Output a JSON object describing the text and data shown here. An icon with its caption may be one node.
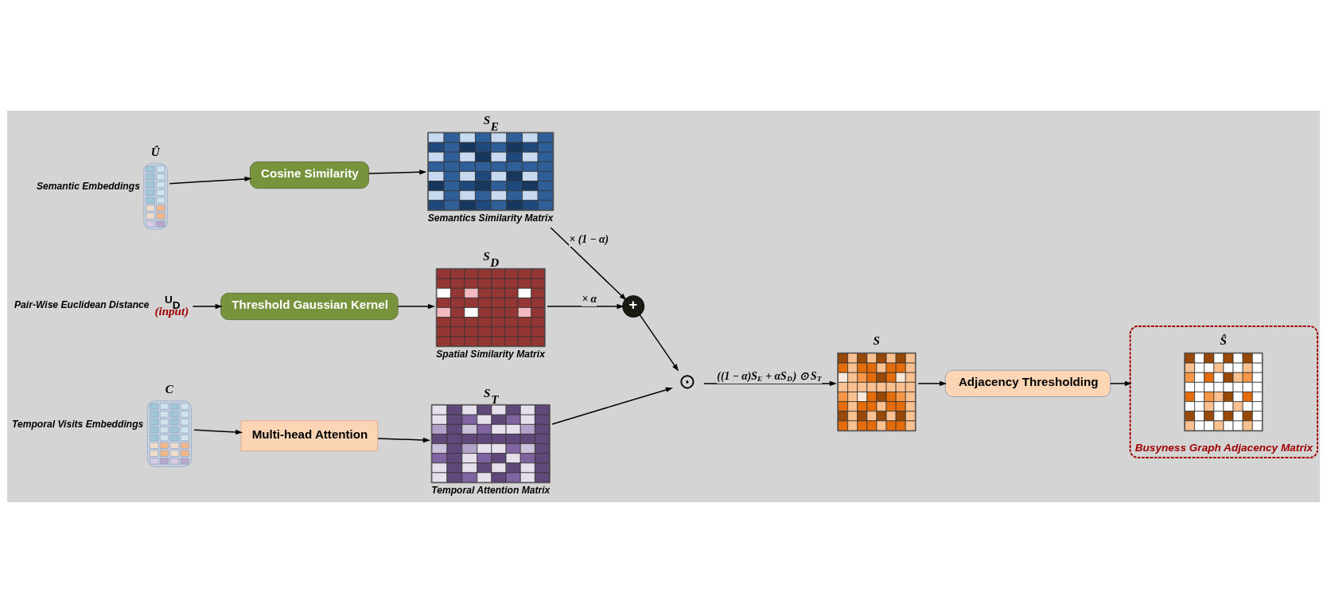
{
  "diagram": {
    "nodes": [
      {
        "text": [
          "Û"
        ],
        "beside": [
          "Semantic Embeddings"
        ]
      },
      {
        "text": [
          "Cosine Similarity"
        ]
      },
      {
        "text": [
          "S$_{E}$"
        ],
        "beside": [
          "Semantics Similarity Matrix"
        ]
      },
      {
        "text": [
          "U$_{D}$",
          "(input)"
        ],
        "beside": [
          "Pair-Wise Euclidean Distance"
        ]
      },
      {
        "text": [
          "Threshold Gaussian Kernel"
        ]
      },
      {
        "text": [
          "S$_{D}$"
        ],
        "beside": [
          "Spatial Similarity Matrix"
        ]
      },
      {
        "text": [
          "C"
        ],
        "beside": [
          "Temporal Visits Embeddings"
        ]
      },
      {
        "text": [
          "Multi-head Attention"
        ]
      },
      {
        "text": [
          "S$_{T}$"
        ],
        "beside": [
          "Temporal Attention Matrix"
        ]
      },
      {
        "text": [
          "+"
        ]
      },
      {
        "text": [
          "⊙"
        ]
      },
      {
        "text": [
          "S"
        ]
      },
      {
        "text": [
          "Adjacency Thresholding"
        ]
      },
      {
        "text": [
          "Busyness Graph Adjacency Matrix"
        ]
      },
      {
        "text": [
          "Ŝ"
        ],
        "in": 13
      }
    ],
    "edges": [
      {
        "from": 0,
        "to": 1,
        "arrow": "to"
      },
      {
        "from": 1,
        "to": 2,
        "arrow": "to"
      },
      {
        "from": 2,
        "to": 9,
        "arrow": "to",
        "label": "× (1 − α)"
      },
      {
        "from": 3,
        "to": 4,
        "arrow": "to"
      },
      {
        "from": 4,
        "to": 5,
        "arrow": "to"
      },
      {
        "from": 5,
        "to": 9,
        "arrow": "to",
        "label": "× α"
      },
      {
        "from": 6,
        "to": 7,
        "arrow": "to"
      },
      {
        "from": 7,
        "to": 8,
        "arrow": "to"
      },
      {
        "from": 8,
        "to": 10,
        "arrow": "to"
      },
      {
        "from": 9,
        "to": 10,
        "arrow": "to"
      },
      {
        "from": 10,
        "to": 11,
        "arrow": "to",
        "label": "((1 − α)S$_{E}$ + αS$_{D}$) ⊙ S$_{T}$"
      },
      {
        "from": 11,
        "to": 12,
        "arrow": "to"
      },
      {
        "from": 12,
        "to": 13,
        "arrow": "to"
      }
    ]
  }
}
